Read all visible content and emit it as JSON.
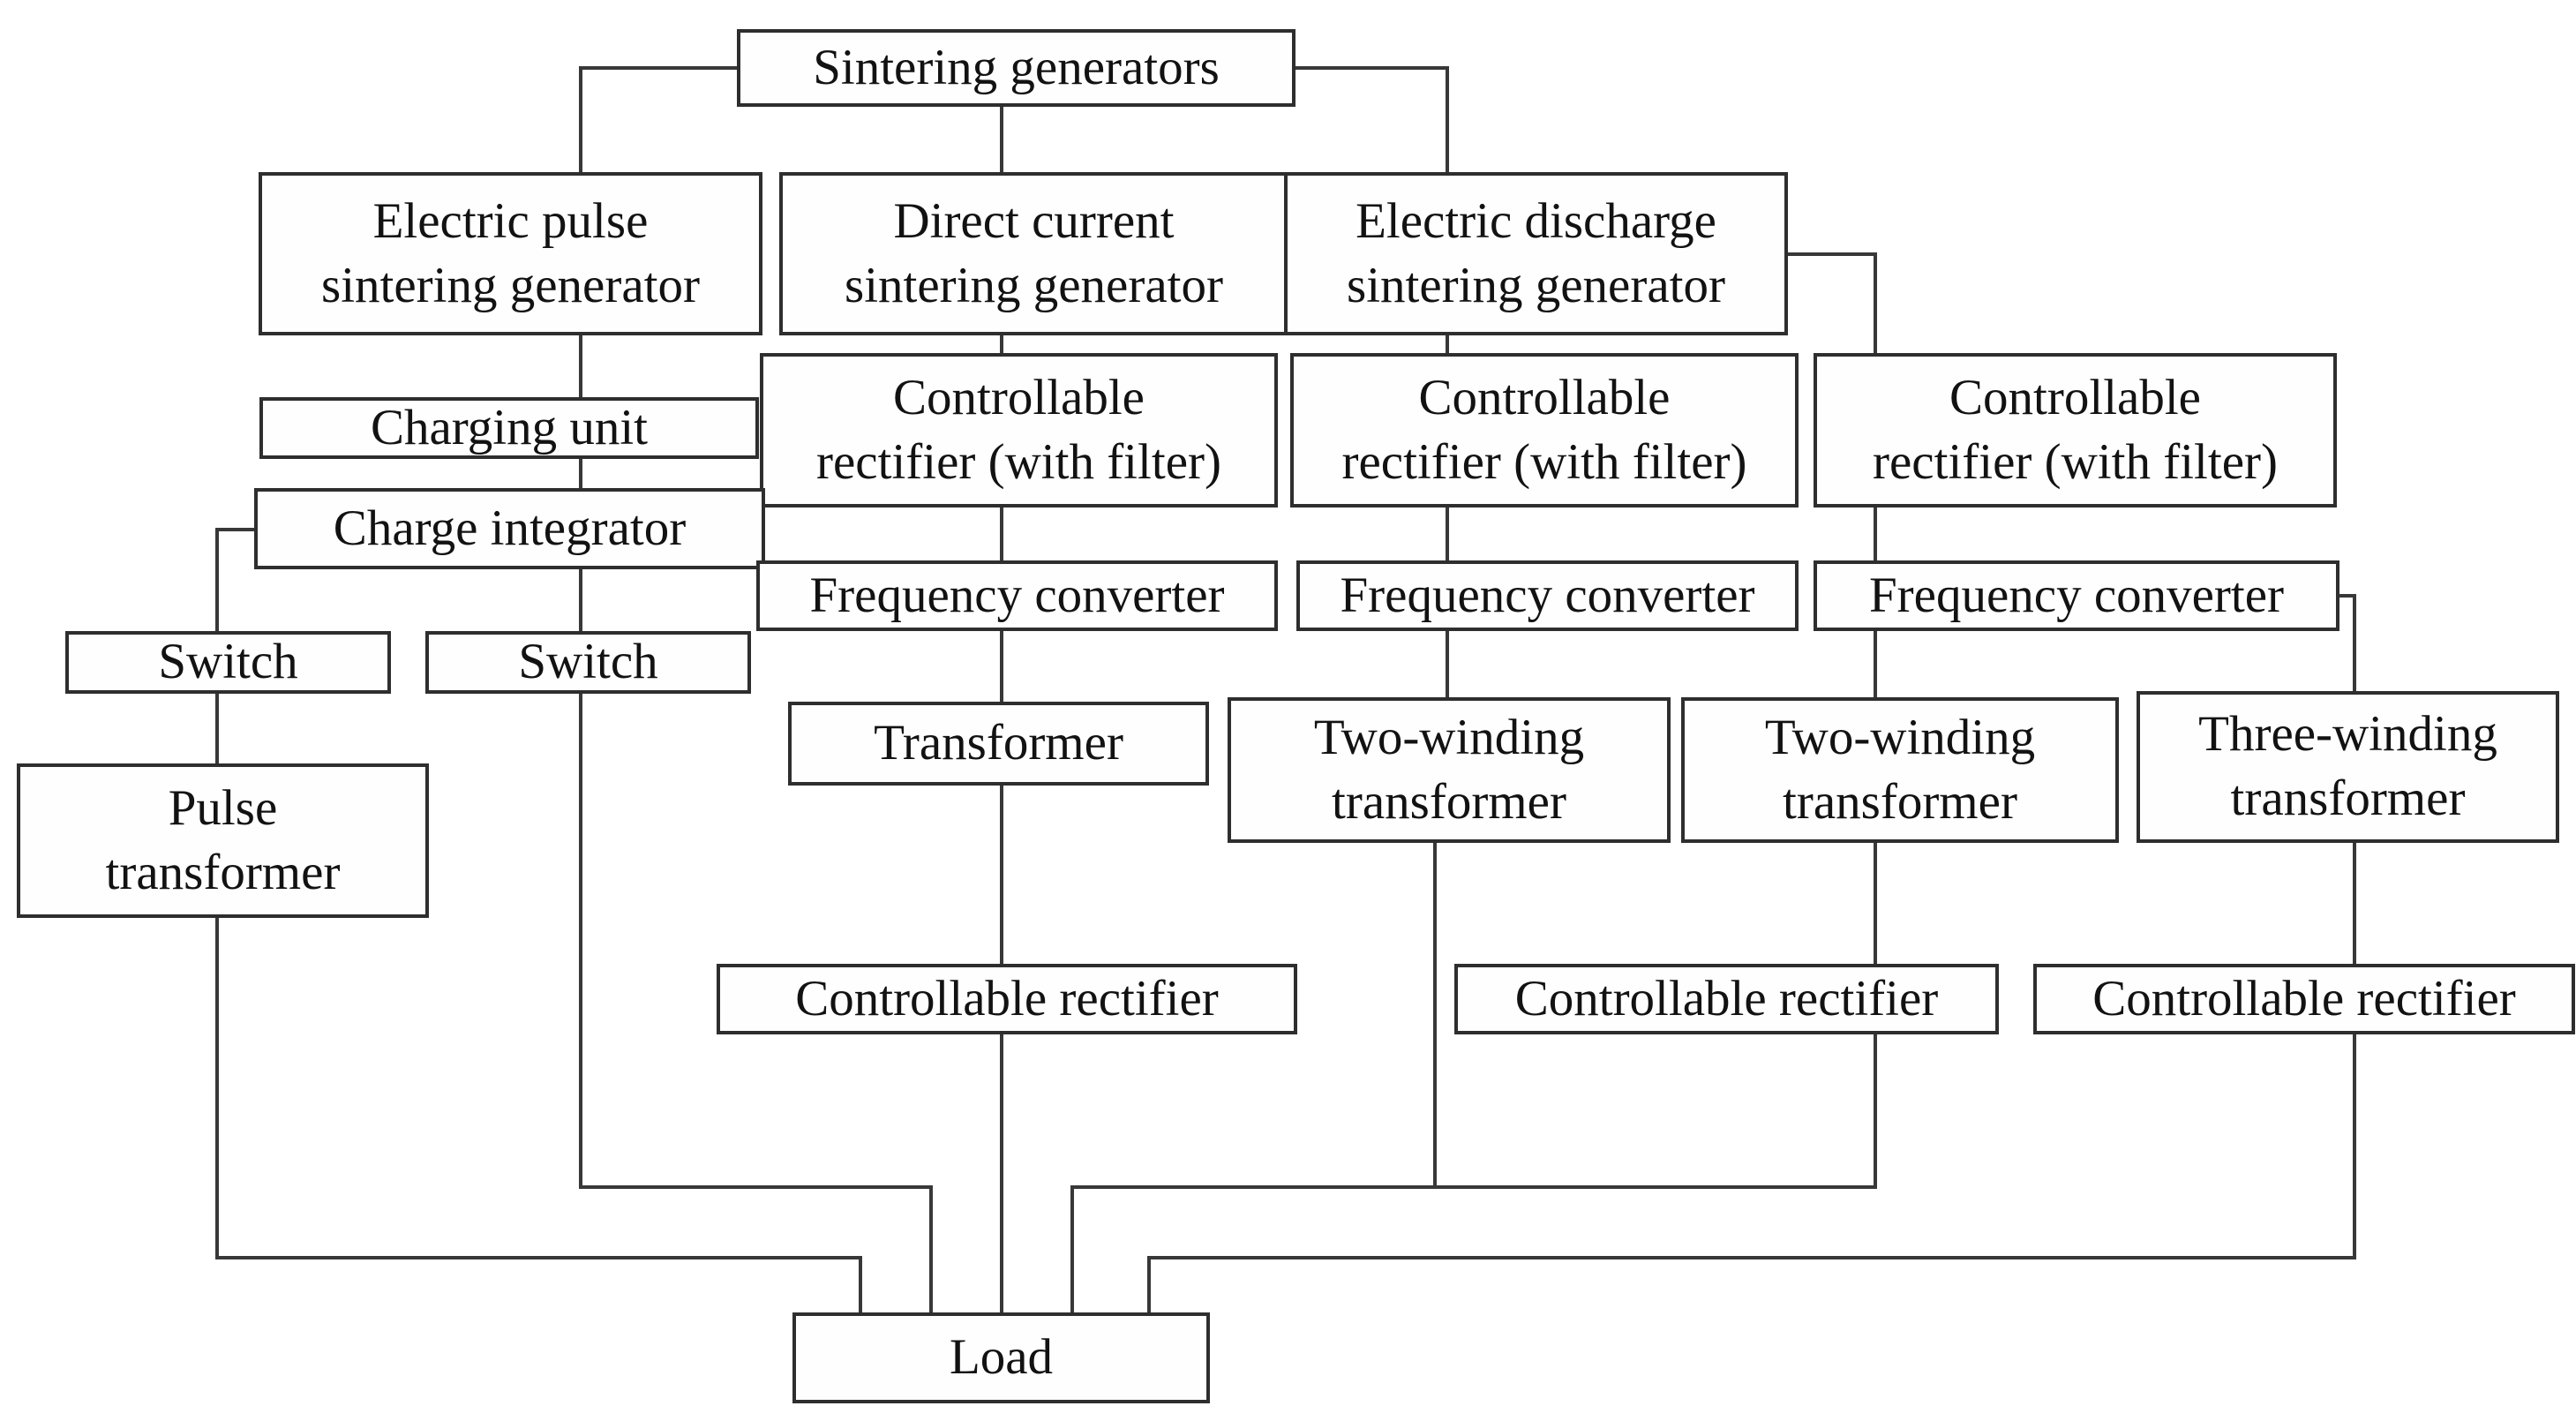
{
  "diagram": {
    "type": "block-diagram",
    "nodes": {
      "sintering_generators": {
        "label": "Sintering generators"
      },
      "electric_pulse_generator": {
        "label": "Electric pulse\nsintering generator"
      },
      "direct_current_generator": {
        "label": "Direct current\nsintering generator"
      },
      "electric_discharge_generator": {
        "label": "Electric discharge\nsintering generator"
      },
      "controllable_rectifier_filter_1": {
        "label": "Controllable\nrectifier (with filter)"
      },
      "controllable_rectifier_filter_2": {
        "label": "Controllable\nrectifier (with filter)"
      },
      "controllable_rectifier_filter_3": {
        "label": "Controllable\nrectifier (with filter)"
      },
      "charging_unit": {
        "label": "Charging unit"
      },
      "charge_integrator": {
        "label": "Charge integrator"
      },
      "frequency_converter_1": {
        "label": "Frequency converter"
      },
      "frequency_converter_2": {
        "label": "Frequency converter"
      },
      "frequency_converter_3": {
        "label": "Frequency converter"
      },
      "switch_1": {
        "label": "Switch"
      },
      "switch_2": {
        "label": "Switch"
      },
      "transformer": {
        "label": "Transformer"
      },
      "two_winding_transformer_1": {
        "label": "Two-winding\ntransformer"
      },
      "two_winding_transformer_2": {
        "label": "Two-winding\ntransformer"
      },
      "three_winding_transformer": {
        "label": "Three-winding\ntransformer"
      },
      "pulse_transformer": {
        "label": "Pulse\ntransformer"
      },
      "controllable_rectifier_1": {
        "label": "Controllable rectifier"
      },
      "controllable_rectifier_2": {
        "label": "Controllable rectifier"
      },
      "controllable_rectifier_3": {
        "label": "Controllable rectifier"
      },
      "load": {
        "label": "Load"
      }
    },
    "edges": [
      {
        "from": "sintering_generators",
        "to": "electric_pulse_generator"
      },
      {
        "from": "sintering_generators",
        "to": "direct_current_generator"
      },
      {
        "from": "sintering_generators",
        "to": "electric_discharge_generator"
      },
      {
        "from": "electric_pulse_generator",
        "to": "charging_unit"
      },
      {
        "from": "charging_unit",
        "to": "charge_integrator"
      },
      {
        "from": "charge_integrator",
        "to": "switch_1"
      },
      {
        "from": "charge_integrator",
        "to": "switch_2"
      },
      {
        "from": "switch_1",
        "to": "pulse_transformer"
      },
      {
        "from": "pulse_transformer",
        "to": "load"
      },
      {
        "from": "switch_2",
        "to": "load"
      },
      {
        "from": "direct_current_generator",
        "to": "controllable_rectifier_filter_1"
      },
      {
        "from": "controllable_rectifier_filter_1",
        "to": "frequency_converter_1"
      },
      {
        "from": "frequency_converter_1",
        "to": "transformer"
      },
      {
        "from": "transformer",
        "to": "controllable_rectifier_1"
      },
      {
        "from": "controllable_rectifier_1",
        "to": "load"
      },
      {
        "from": "electric_discharge_generator",
        "to": "controllable_rectifier_filter_2"
      },
      {
        "from": "electric_discharge_generator",
        "to": "controllable_rectifier_filter_3"
      },
      {
        "from": "controllable_rectifier_filter_2",
        "to": "frequency_converter_2"
      },
      {
        "from": "frequency_converter_2",
        "to": "two_winding_transformer_1"
      },
      {
        "from": "two_winding_transformer_1",
        "to": "load"
      },
      {
        "from": "controllable_rectifier_filter_3",
        "to": "frequency_converter_3"
      },
      {
        "from": "frequency_converter_3",
        "to": "two_winding_transformer_2"
      },
      {
        "from": "frequency_converter_3",
        "to": "three_winding_transformer"
      },
      {
        "from": "two_winding_transformer_2",
        "to": "controllable_rectifier_2"
      },
      {
        "from": "controllable_rectifier_2",
        "to": "load"
      },
      {
        "from": "three_winding_transformer",
        "to": "controllable_rectifier_3"
      },
      {
        "from": "controllable_rectifier_3",
        "to": "load"
      }
    ],
    "colors": {
      "background": "#ffffff",
      "box_fill": "#fefefe",
      "box_border": "#2e2e2e",
      "wire": "#383838",
      "text": "#121212"
    }
  }
}
